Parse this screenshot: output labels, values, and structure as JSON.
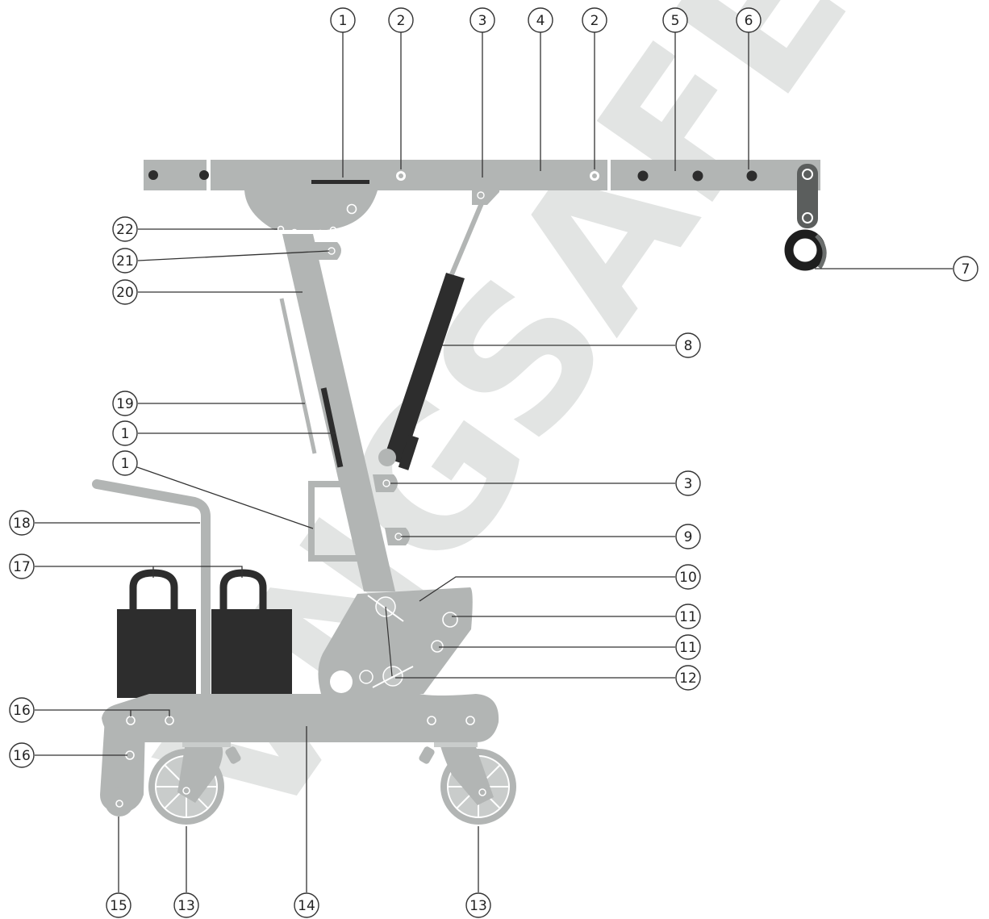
{
  "watermark": "VNGSAFETY.CO",
  "callouts": [
    "1",
    "2",
    "3",
    "4",
    "2",
    "5",
    "6",
    "7",
    "22",
    "21",
    "20",
    "8",
    "19",
    "1",
    "1",
    "3",
    "18",
    "9",
    "17",
    "10",
    "11",
    "11",
    "12",
    "16",
    "16",
    "15",
    "13",
    "14",
    "13"
  ],
  "colors": {
    "part": "#b2b5b4",
    "dark": "#2d2d2d",
    "watermark": "#e2e4e3",
    "line": "#333333"
  }
}
